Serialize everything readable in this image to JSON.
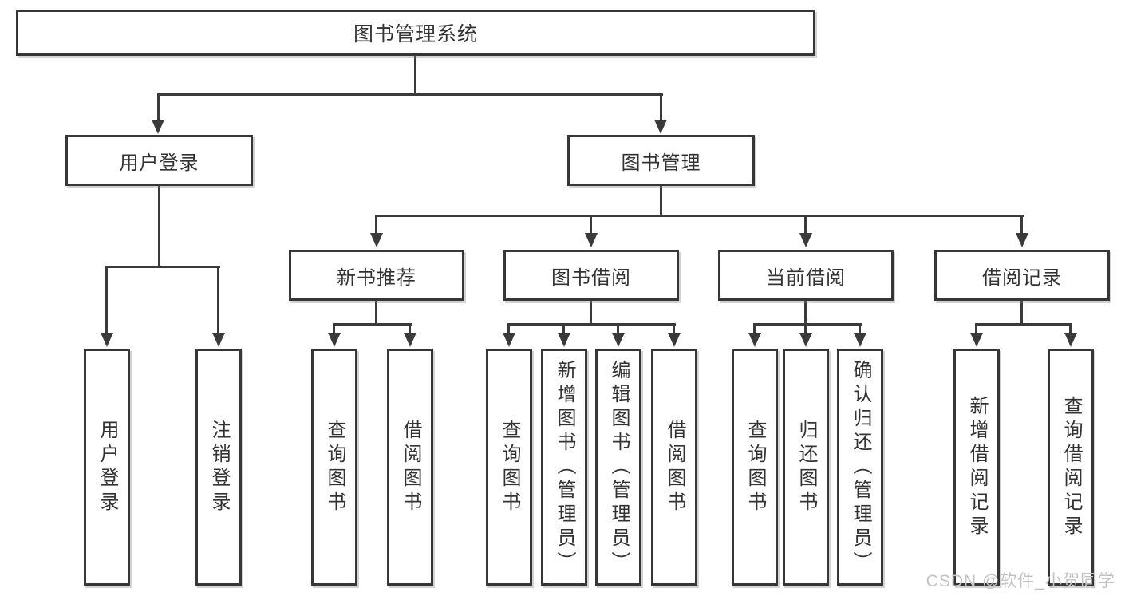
{
  "diagram": {
    "root": {
      "label": "图书管理系统"
    },
    "level2": [
      {
        "label": "用户登录"
      },
      {
        "label": "图书管理"
      }
    ],
    "level3": [
      {
        "label": "新书推荐"
      },
      {
        "label": "图书借阅"
      },
      {
        "label": "当前借阅"
      },
      {
        "label": "借阅记录"
      }
    ],
    "leaves": {
      "user": [
        {
          "label": "用户登录"
        },
        {
          "label": "注销登录"
        }
      ],
      "recommend": [
        {
          "label": "查询图书"
        },
        {
          "label": "借阅图书"
        }
      ],
      "borrow": [
        {
          "label": "查询图书"
        },
        {
          "label": "新增图书（管理员）"
        },
        {
          "label": "编辑图书（管理员）"
        },
        {
          "label": "借阅图书"
        }
      ],
      "current": [
        {
          "label": "查询图书"
        },
        {
          "label": "归还图书"
        },
        {
          "label": "确认归还（管理员）"
        }
      ],
      "records": [
        {
          "label": "新增借阅记录"
        },
        {
          "label": "查询借阅记录"
        }
      ]
    }
  },
  "watermark": {
    "text": "CSDN @软件_小贺同学"
  },
  "colors": {
    "line": "#3a3a3a",
    "border": "#363636",
    "text": "#333333",
    "watermark": "#c3c3c3",
    "background": "#ffffff"
  }
}
